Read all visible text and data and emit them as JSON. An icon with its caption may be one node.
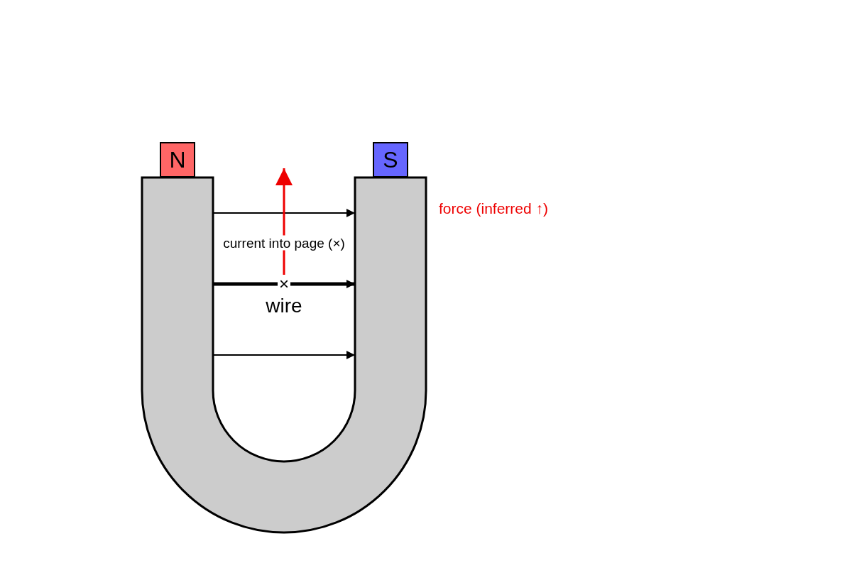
{
  "diagram": {
    "nodes": [
      {
        "text": [
          "N"
        ]
      },
      {
        "text": [
          "S"
        ]
      }
    ],
    "labels": [
      "force (inferred ↑)",
      "current into page (×)",
      "×",
      "wire"
    ]
  }
}
